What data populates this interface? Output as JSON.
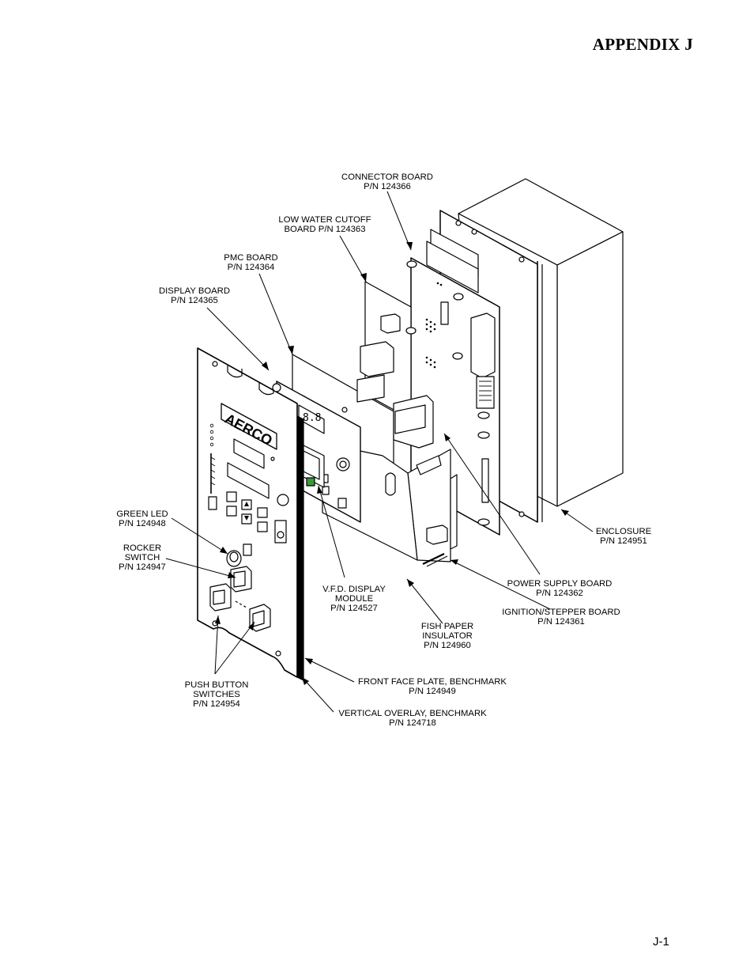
{
  "header": {
    "title": "APPENDIX J"
  },
  "footer": {
    "page_number": "J-1"
  },
  "diagram": {
    "logo_text": "AERCO",
    "callouts": [
      {
        "id": "connector-board",
        "lines": [
          "CONNECTOR BOARD",
          "P/N 124366"
        ]
      },
      {
        "id": "low-water-cutoff-board",
        "lines": [
          "LOW WATER CUTOFF",
          "BOARD P/N 124363"
        ]
      },
      {
        "id": "pmc-board",
        "lines": [
          "PMC BOARD",
          "P/N 124364"
        ]
      },
      {
        "id": "display-board",
        "lines": [
          "DISPLAY BOARD",
          "P/N 124365"
        ]
      },
      {
        "id": "green-led",
        "lines": [
          "GREEN LED",
          "P/N 124948"
        ]
      },
      {
        "id": "rocker-switch",
        "lines": [
          "ROCKER",
          "SWITCH",
          "P/N 124947"
        ]
      },
      {
        "id": "push-button-switches",
        "lines": [
          "PUSH BUTTON",
          "SWITCHES",
          "P/N 124954"
        ]
      },
      {
        "id": "enclosure",
        "lines": [
          "ENCLOSURE",
          "P/N 124951"
        ]
      },
      {
        "id": "power-supply-board",
        "lines": [
          "POWER SUPPLY BOARD",
          "P/N 124362"
        ]
      },
      {
        "id": "ignition-stepper-board",
        "lines": [
          "IGNITION/STEPPER BOARD",
          "P/N 124361"
        ]
      },
      {
        "id": "vfd-display-module",
        "lines": [
          "V.F.D. DISPLAY",
          "MODULE",
          "P/N 124527"
        ]
      },
      {
        "id": "fish-paper-insulator",
        "lines": [
          "FISH PAPER",
          "INSULATOR",
          "P/N 124960"
        ]
      },
      {
        "id": "front-face-plate",
        "lines": [
          "FRONT FACE PLATE, BENCHMARK",
          "P/N 124949"
        ]
      },
      {
        "id": "vertical-overlay",
        "lines": [
          "VERTICAL OVERLAY, BENCHMARK",
          "P/N 124718"
        ]
      }
    ]
  }
}
